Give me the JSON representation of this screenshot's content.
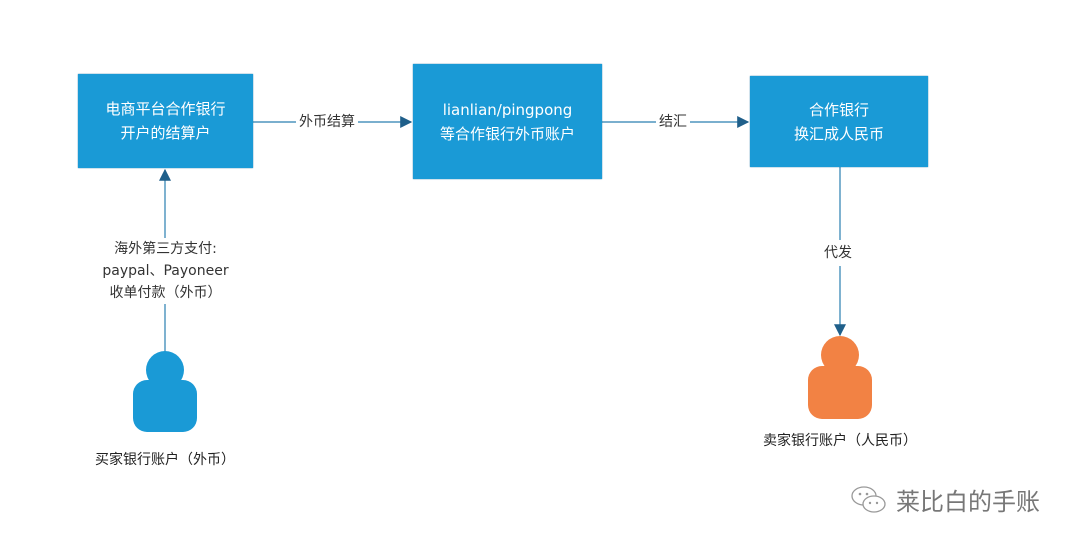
{
  "nodes": {
    "merchant_settlement": {
      "line1": "电商平台合作银行",
      "line2": "开户的结算户"
    },
    "foreign_account": {
      "line1": "lianlian/pingpong",
      "line2": "等合作银行外币账户"
    },
    "partner_bank": {
      "line1": "合作银行",
      "line2": "换汇成人民币"
    }
  },
  "edges": {
    "foreign_settlement": "外币结算",
    "exchange": "结汇",
    "payout": "代发",
    "third_party": {
      "line1": "海外第三方支付:",
      "line2": "paypal、Payoneer",
      "line3": "收单付款（外币）"
    }
  },
  "actors": {
    "buyer": {
      "label": "买家银行账户（外币）",
      "color": "#1a9ad6"
    },
    "seller": {
      "label": "卖家银行账户（人民币）",
      "color": "#f28244"
    }
  },
  "watermark": {
    "text": "莱比白的手账"
  },
  "colors": {
    "box": "#1a9ad6",
    "line": "#2a7fb0"
  }
}
